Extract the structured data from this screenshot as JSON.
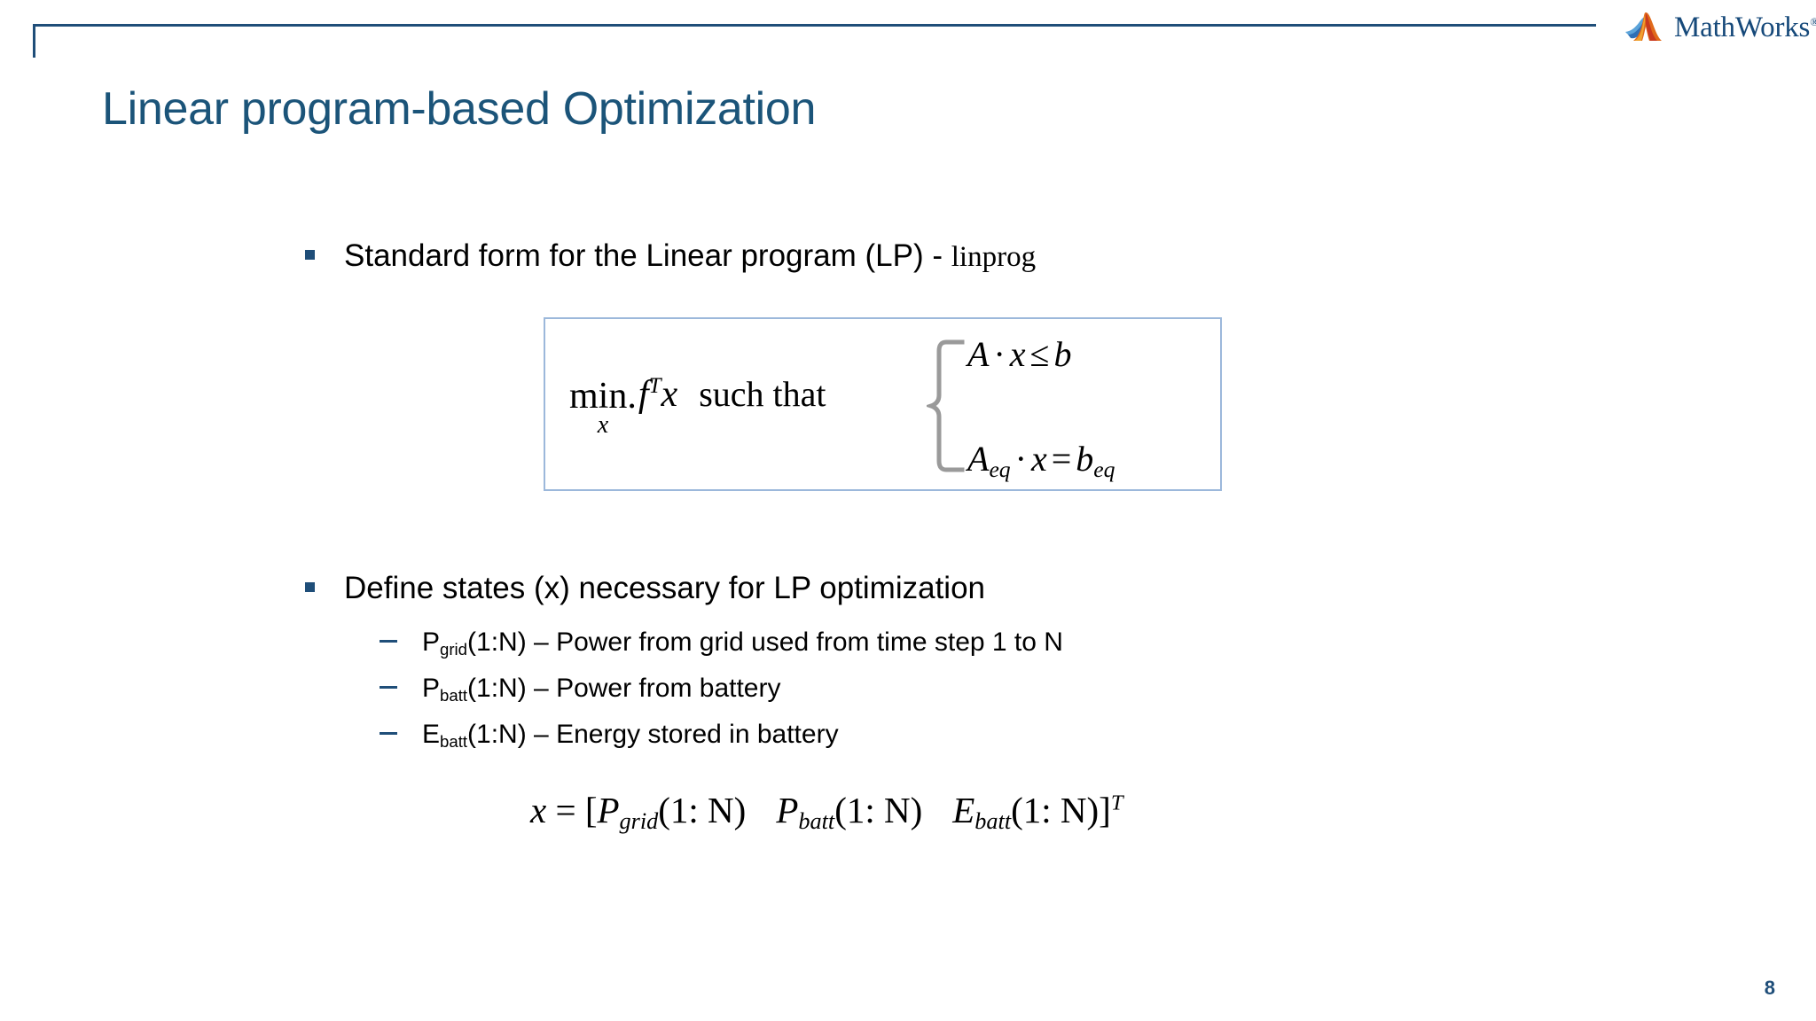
{
  "slide": {
    "title": "Linear program-based Optimization",
    "page_number": "8",
    "accent_color": "#1f4e79",
    "title_color": "#1b5479",
    "box_border_color": "#9cb8db",
    "brace_color": "#9a9a9a"
  },
  "brand": {
    "name": "MathWorks",
    "trademark": "®",
    "logo_icon": "mathworks-membrane-logo",
    "logo_blue": "#3f87c8",
    "logo_orange": "#e8801a",
    "logo_red": "#d14124",
    "wordmark_color": "#16497a"
  },
  "bullets": [
    {
      "marker": "square",
      "text": "Standard form for the Linear program (LP) - ",
      "code_text": "linprog"
    },
    {
      "marker": "square",
      "text": "Define states (x) necessary for LP optimization"
    }
  ],
  "sub_bullets": [
    {
      "marker": "dash",
      "symbol": "P",
      "subscript": "grid",
      "range": "(1:N)",
      "separator": " – ",
      "description": "Power from grid used from time step 1 to N"
    },
    {
      "marker": "dash",
      "symbol": "P",
      "subscript": "batt",
      "range": "(1:N)",
      "separator": " – ",
      "description": "Power from battery"
    },
    {
      "marker": "dash",
      "symbol": "E",
      "subscript": "batt",
      "range": "(1:N)",
      "separator": " – ",
      "description": "Energy stored in battery"
    }
  ],
  "equation_box": {
    "objective_min": "min.",
    "objective_var": "x",
    "objective_expr": "f",
    "objective_sup": "T",
    "objective_arg": "x",
    "connector": "such that",
    "brace": "left-curly-brace",
    "constraints": [
      {
        "lhs": "A",
        "lhs_sub": "",
        "dot": "·",
        "var": "x",
        "rel": "≤",
        "rhs": "b",
        "rhs_sub": ""
      },
      {
        "lhs": "A",
        "lhs_sub": "eq",
        "dot": "·",
        "var": "x",
        "rel": "=",
        "rhs": "b",
        "rhs_sub": "eq"
      }
    ]
  },
  "state_equation": {
    "lhs": "x",
    "rel": "=",
    "open": "[",
    "terms": [
      {
        "symbol": "P",
        "subscript": "grid",
        "range": "(1: N)"
      },
      {
        "symbol": "P",
        "subscript": "batt",
        "range": "(1: N)"
      },
      {
        "symbol": "E",
        "subscript": "batt",
        "range": "(1: N)"
      }
    ],
    "close": "]",
    "transpose": "T"
  }
}
